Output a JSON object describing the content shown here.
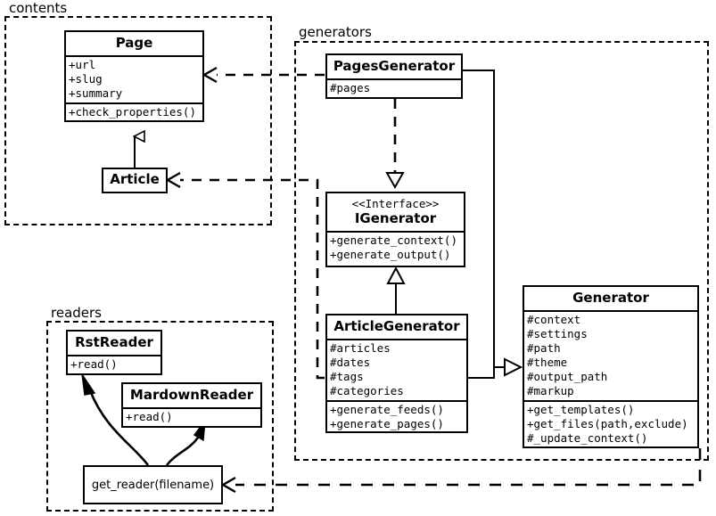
{
  "diagram": {
    "type": "uml-class-diagram",
    "title": "",
    "background_color": "#ffffff",
    "line_color": "#000000"
  },
  "packages": [
    {
      "id": "contents",
      "label": "contents"
    },
    {
      "id": "generators",
      "label": "generators"
    },
    {
      "id": "readers",
      "label": "readers"
    }
  ],
  "classes": {
    "page": {
      "name": "Page",
      "stereotype": "",
      "attributes": [
        "+url",
        "+slug",
        "+summary"
      ],
      "methods": [
        "+check_properties()"
      ]
    },
    "article": {
      "name": "Article",
      "stereotype": "",
      "attributes": [],
      "methods": []
    },
    "pages_generator": {
      "name": "PagesGenerator",
      "stereotype": "",
      "attributes": [
        "#pages"
      ],
      "methods": []
    },
    "igenerator": {
      "name": "IGenerator",
      "stereotype": "<<Interface>>",
      "attributes": [],
      "methods": [
        "+generate_context()",
        "+generate_output()"
      ]
    },
    "article_generator": {
      "name": "ArticleGenerator",
      "stereotype": "",
      "attributes": [
        "#articles",
        "#dates",
        "#tags",
        "#categories"
      ],
      "methods": [
        "+generate_feeds()",
        "+generate_pages()"
      ]
    },
    "generator": {
      "name": "Generator",
      "stereotype": "",
      "attributes": [
        "#context",
        "#settings",
        "#path",
        "#theme",
        "#output_path",
        "#markup"
      ],
      "methods": [
        "+get_templates()",
        "+get_files(path,exclude)",
        "#_update_context()"
      ]
    },
    "rst_reader": {
      "name": "RstReader",
      "stereotype": "",
      "attributes": [],
      "methods": [
        "+read()"
      ]
    },
    "mardown_reader": {
      "name": "MardownReader",
      "stereotype": "",
      "attributes": [],
      "methods": [
        "+read()"
      ]
    }
  },
  "functions": {
    "get_reader": {
      "label": "get_reader(filename)"
    }
  },
  "relationships": [
    {
      "from": "Article",
      "to": "Page",
      "type": "generalization",
      "style": "solid",
      "arrow": "hollow-triangle"
    },
    {
      "from": "PagesGenerator",
      "to": "IGenerator",
      "type": "realization",
      "style": "dashed",
      "arrow": "hollow-triangle"
    },
    {
      "from": "ArticleGenerator",
      "to": "IGenerator",
      "type": "generalization",
      "style": "solid",
      "arrow": "hollow-triangle"
    },
    {
      "from": "PagesGenerator",
      "to": "Generator",
      "type": "generalization",
      "style": "solid",
      "arrow": "hollow-triangle"
    },
    {
      "from": "ArticleGenerator",
      "to": "Generator",
      "type": "generalization",
      "style": "solid",
      "arrow": "hollow-triangle"
    },
    {
      "from": "PagesGenerator",
      "to": "Page",
      "type": "dependency",
      "style": "dashed",
      "arrow": "open"
    },
    {
      "from": "ArticleGenerator",
      "to": "Article",
      "type": "dependency",
      "style": "dashed",
      "arrow": "open"
    },
    {
      "from": "Generator",
      "to": "get_reader(filename)",
      "type": "dependency",
      "style": "dashed",
      "arrow": "open"
    },
    {
      "from": "get_reader(filename)",
      "to": "RstReader",
      "type": "association",
      "style": "curved-solid",
      "arrow": "open"
    },
    {
      "from": "get_reader(filename)",
      "to": "MardownReader",
      "type": "association",
      "style": "curved-solid",
      "arrow": "open"
    }
  ]
}
